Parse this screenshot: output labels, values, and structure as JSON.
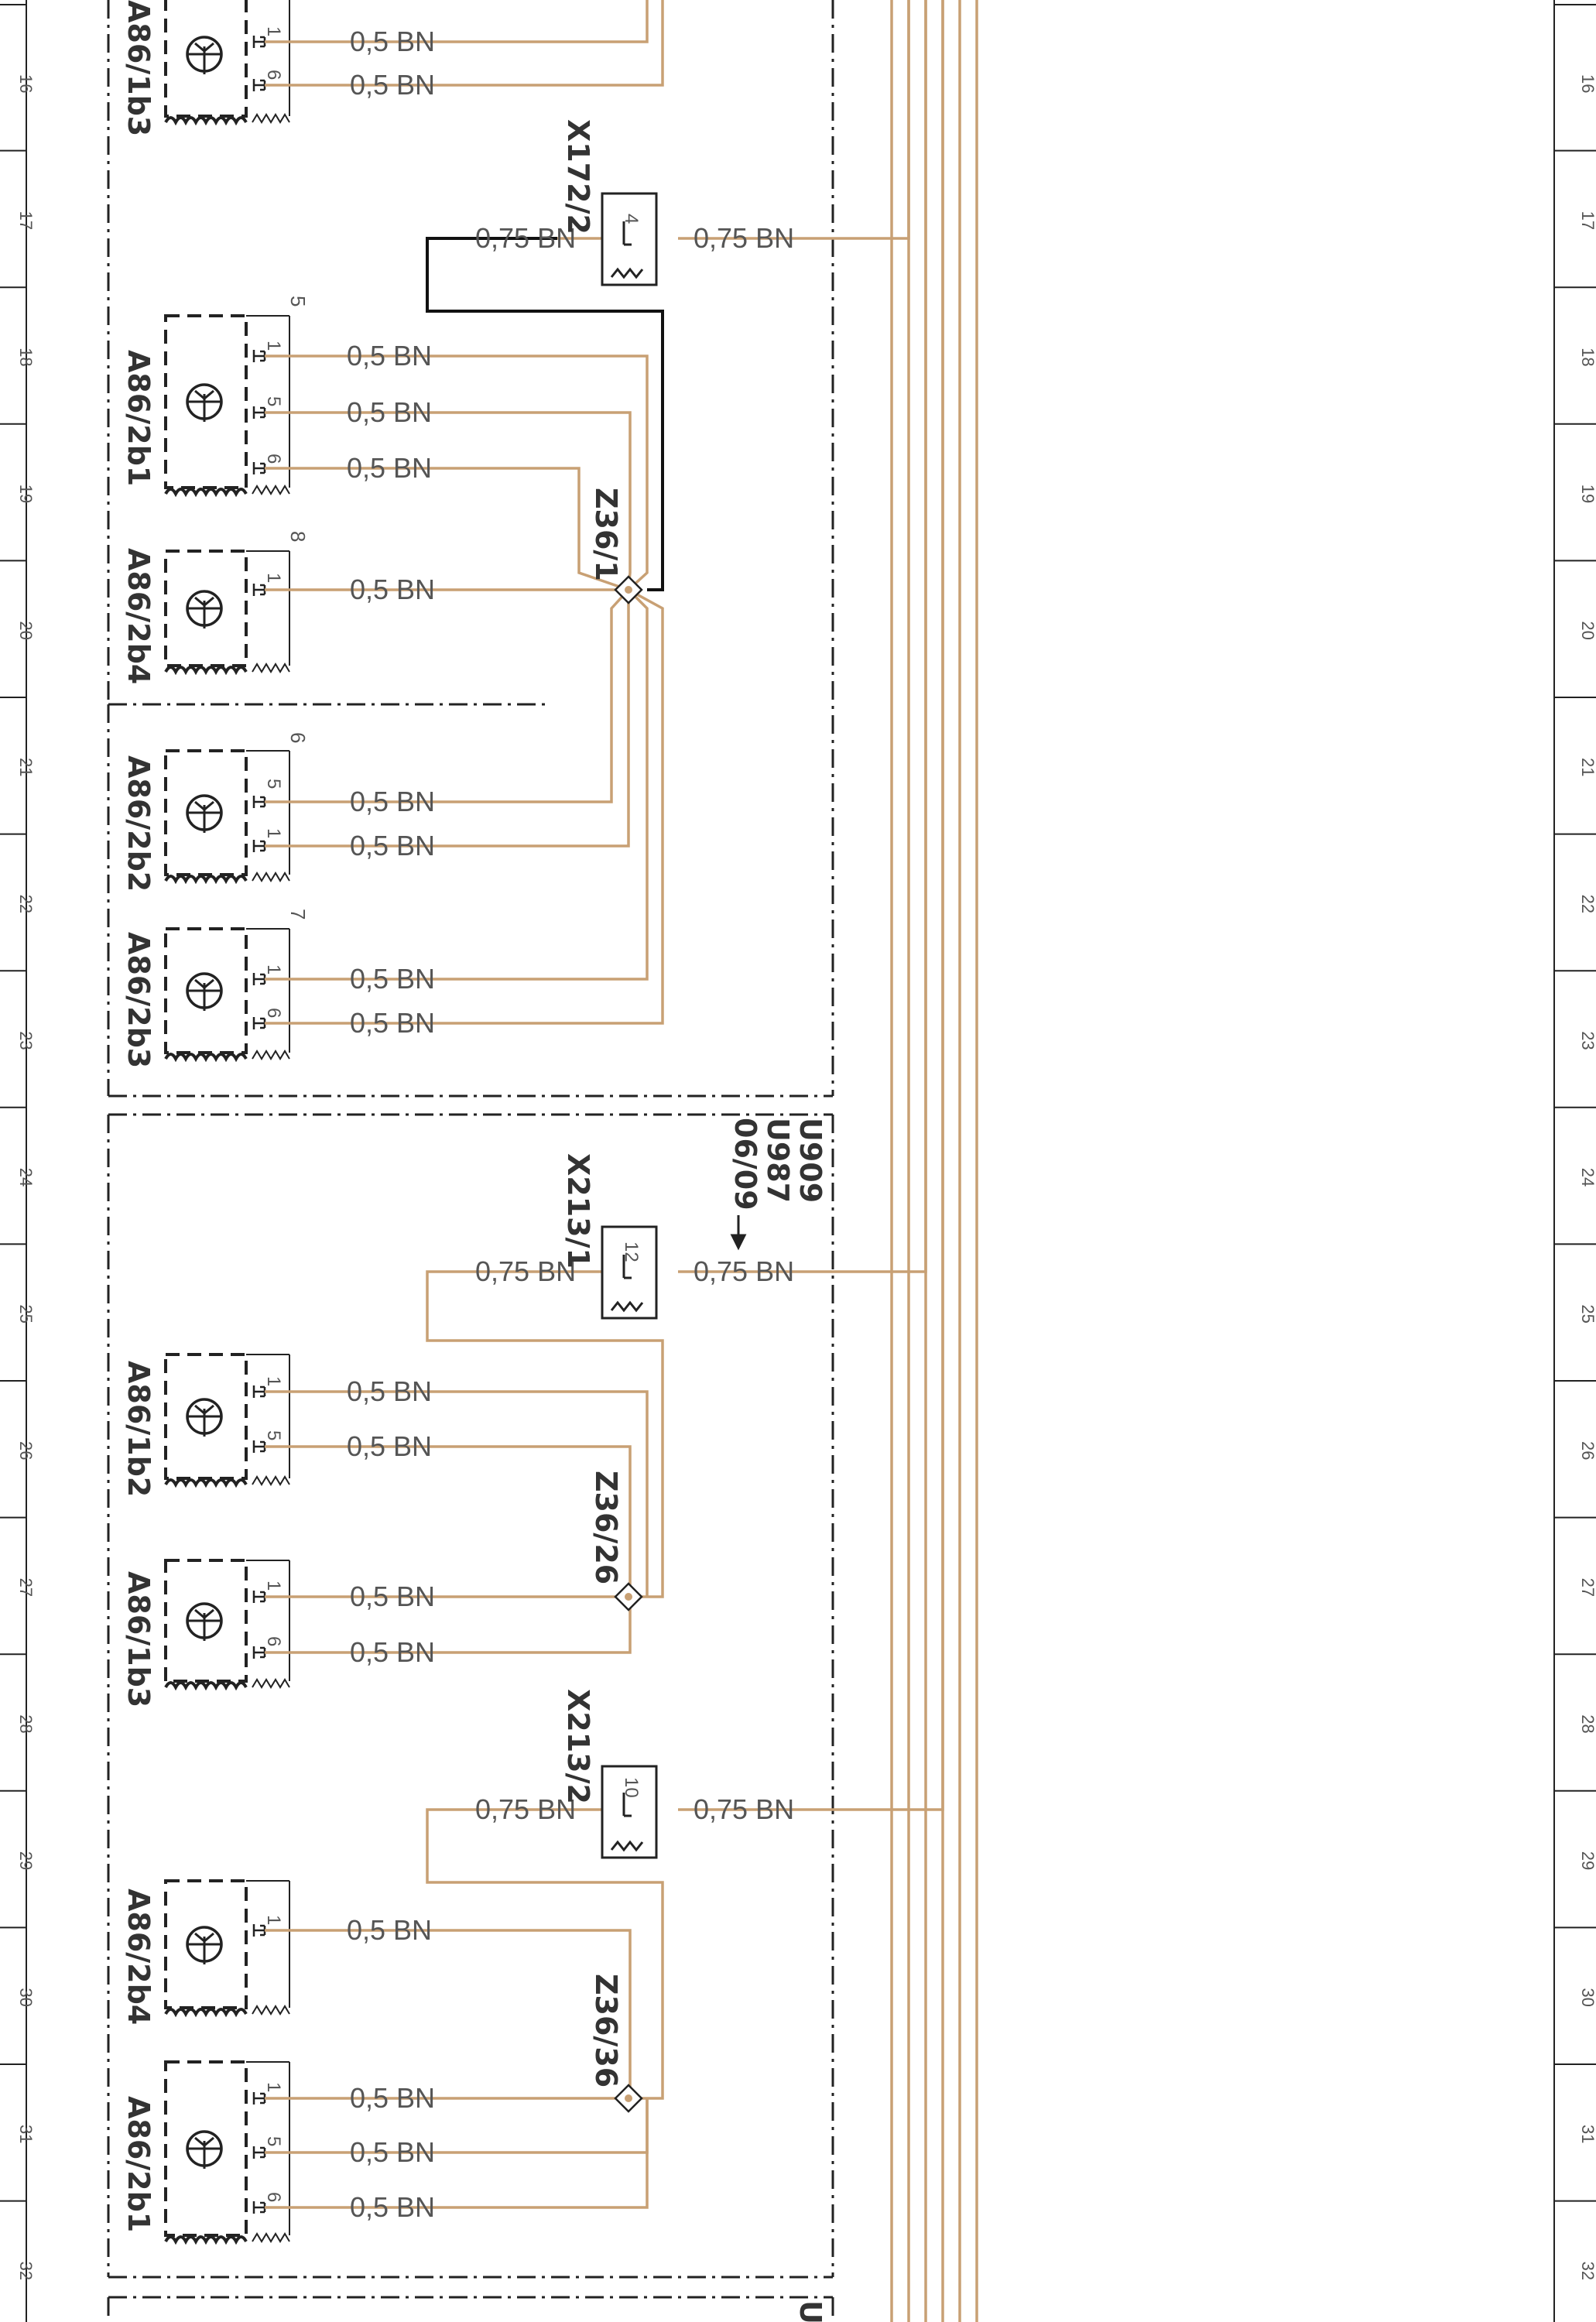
{
  "colors": {
    "wire": "#c8a074",
    "frame": "#222222",
    "text": "#555555"
  },
  "row_numbers": [
    "16",
    "17",
    "18",
    "19",
    "20",
    "21",
    "22",
    "23",
    "24",
    "25",
    "26",
    "27",
    "28",
    "29",
    "30",
    "31",
    "32"
  ],
  "wire_sizes": {
    "thin": "0,5 BN",
    "thick": "0,75 BN"
  },
  "components": {
    "a86_1b3_top": "A86/1b3",
    "a86_2b1_top": "A86/2b1",
    "a86_2b4_top": "A86/2b4",
    "a86_2b2": "A86/2b2",
    "a86_2b3": "A86/2b3",
    "a86_1b2": "A86/1b2",
    "a86_1b3_bottom": "A86/1b3",
    "a86_2b4_bottom": "A86/2b4",
    "a86_2b1_bottom": "A86/2b1"
  },
  "connectors": {
    "x172_2": "X172/2",
    "x213_1": "X213/1",
    "x213_2": "X213/2"
  },
  "splices": {
    "z36_1": "Z36/1",
    "z36_26": "Z36/26",
    "z36_36": "Z36/36"
  },
  "refs": {
    "r5": "5",
    "r8": "8",
    "r6": "6",
    "r7": "7"
  },
  "pins": {
    "p1": "1",
    "p4": "4",
    "p5": "5",
    "p6": "6",
    "p10": "10",
    "p12": "12"
  },
  "codes": {
    "u909": "U909",
    "u987": "U987",
    "date": "06/09",
    "bottom_code": "U"
  }
}
